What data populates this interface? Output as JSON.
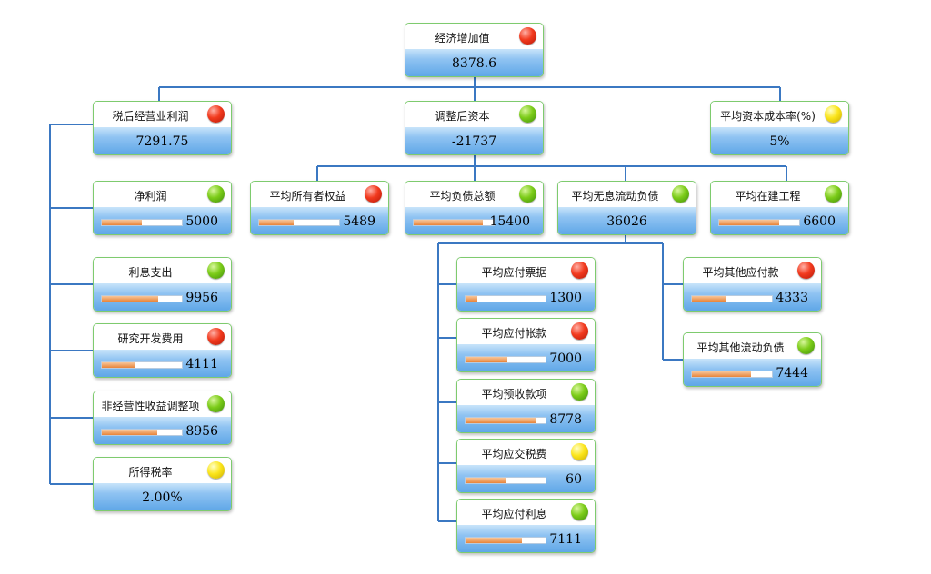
{
  "colors": {
    "connector": "#3b78c2",
    "node_border": "#7ecb6e",
    "bar_fill": "#e8843a",
    "red": "#f23a1e",
    "green": "#7ccc19",
    "yellow": "#fbe51c"
  },
  "nodes": {
    "eva": {
      "title": "经济增加值",
      "value": "8378.6",
      "status": "red"
    },
    "nopat": {
      "title": "税后经营业利润",
      "value": "7291.75",
      "status": "red"
    },
    "adj_capital": {
      "title": "调整后资本",
      "value": "-21737",
      "status": "green"
    },
    "wacc": {
      "title": "平均资本成本率(%)",
      "value": "5%",
      "status": "yellow"
    },
    "net_profit": {
      "title": "净利润",
      "value": "5000",
      "status": "green",
      "progress": 0.5
    },
    "interest": {
      "title": "利息支出",
      "value": "9956",
      "status": "green",
      "progress": 0.71
    },
    "rnd": {
      "title": "研究开发费用",
      "value": "4111",
      "status": "red",
      "progress": 0.41
    },
    "non_op": {
      "title": "非经营性收益调整项",
      "value": "8956",
      "status": "green",
      "progress": 0.69
    },
    "tax_rate": {
      "title": "所得税率",
      "value": "2.00%",
      "status": "yellow"
    },
    "avg_equity": {
      "title": "平均所有者权益",
      "value": "5489",
      "status": "red",
      "progress": 0.43
    },
    "avg_liab": {
      "title": "平均负债总额",
      "value": "15400",
      "status": "green",
      "progress": 0.86
    },
    "avg_free_liab": {
      "title": "平均无息流动负债",
      "value": "36026",
      "status": "green"
    },
    "avg_cip": {
      "title": "平均在建工程",
      "value": "6600",
      "status": "green",
      "progress": 0.75
    },
    "notes_payable": {
      "title": "平均应付票据",
      "value": "1300",
      "status": "red",
      "progress": 0.15
    },
    "accounts_payable": {
      "title": "平均应付帐款",
      "value": "7000",
      "status": "red",
      "progress": 0.52
    },
    "advance_receipts": {
      "title": "平均预收款项",
      "value": "8778",
      "status": "green",
      "progress": 0.88
    },
    "taxes_payable": {
      "title": "平均应交税费",
      "value": "60",
      "status": "yellow",
      "progress": 0.51
    },
    "interest_payable": {
      "title": "平均应付利息",
      "value": "7111",
      "status": "green",
      "progress": 0.71
    },
    "other_payables": {
      "title": "平均其他应付款",
      "value": "4333",
      "status": "red",
      "progress": 0.43
    },
    "other_current_liab": {
      "title": "平均其他流动负债",
      "value": "7444",
      "status": "green",
      "progress": 0.74
    }
  }
}
